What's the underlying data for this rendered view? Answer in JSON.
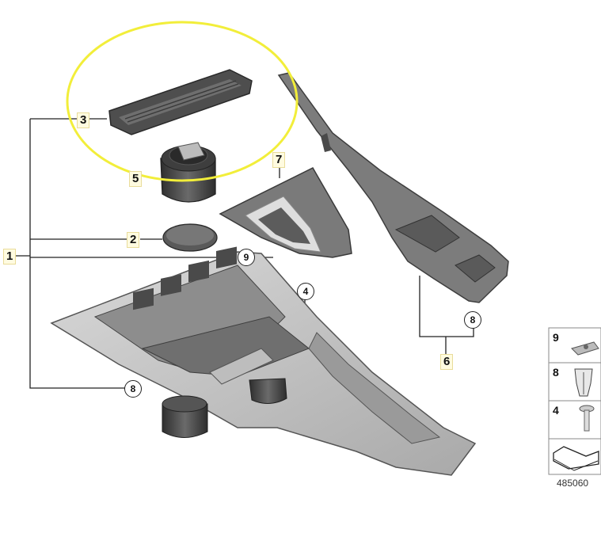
{
  "diagram": {
    "callouts": {
      "c1": "1",
      "c2": "2",
      "c3": "3",
      "c5": "5",
      "c6": "6",
      "c7": "7",
      "c4": "4",
      "c8a": "8",
      "c8b": "8",
      "c9": "9"
    },
    "legend": [
      {
        "num": "9",
        "icon": "clip-nut-icon"
      },
      {
        "num": "8",
        "icon": "expanding-clip-icon"
      },
      {
        "num": "4",
        "icon": "screw-icon"
      }
    ],
    "diagram_code": "485060",
    "highlight_color": "#f2ee3a"
  }
}
